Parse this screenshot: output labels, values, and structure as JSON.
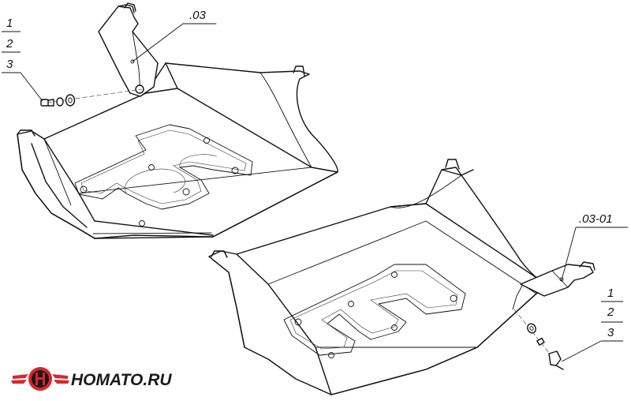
{
  "callouts": {
    "top_left_stack": [
      "1",
      "2",
      "3"
    ],
    "part_top": ".03",
    "part_bottom": ".03-01",
    "bottom_right_stack": [
      "1",
      "2",
      "3"
    ]
  },
  "logo": {
    "text": "HOMATO.RU",
    "colors": {
      "primary": "#d6262c",
      "dark": "#1a1a1a"
    }
  }
}
